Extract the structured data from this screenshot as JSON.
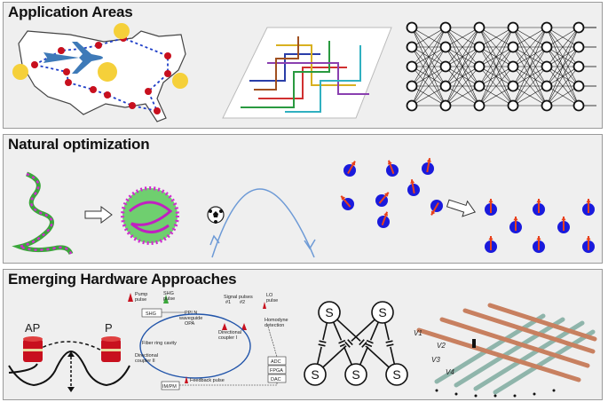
{
  "panels": [
    {
      "title": "Application Areas"
    },
    {
      "title": "Natural optimization"
    },
    {
      "title": "Emerging Hardware Approaches"
    }
  ],
  "circuit": {
    "pump": "Pump\npulse",
    "shg_pulse": "SHG\npulse",
    "shg": "SHG",
    "ppln": "PPLN\nwaveguide\nOPA",
    "signal": "Signal pulses\n#1          #2",
    "lo": "LO\npulse",
    "homodyne": "Homodyne\ndetection",
    "fiber": "Fiber ring cavity",
    "dc1": "Directional\ncoupler I",
    "dc2": "Directional\ncoupler II",
    "adc": "ADC",
    "fpga": "FPGA",
    "dac": "DAC",
    "impm": "IM/PM",
    "feedback": "Feedback pulse"
  },
  "mtj": {
    "ap": "AP",
    "p": "P"
  },
  "spin_label": "S",
  "crossbar": {
    "v1": "V1",
    "v2": "V2",
    "v3": "V3",
    "v4": "V4"
  },
  "colors": {
    "up_arrow": "#e8401c",
    "spin_ball": "#1a1adc",
    "city": "#c8101e",
    "route": "#1f3fc8",
    "sun": "#f5d03a",
    "mtj": "#c8101e"
  }
}
